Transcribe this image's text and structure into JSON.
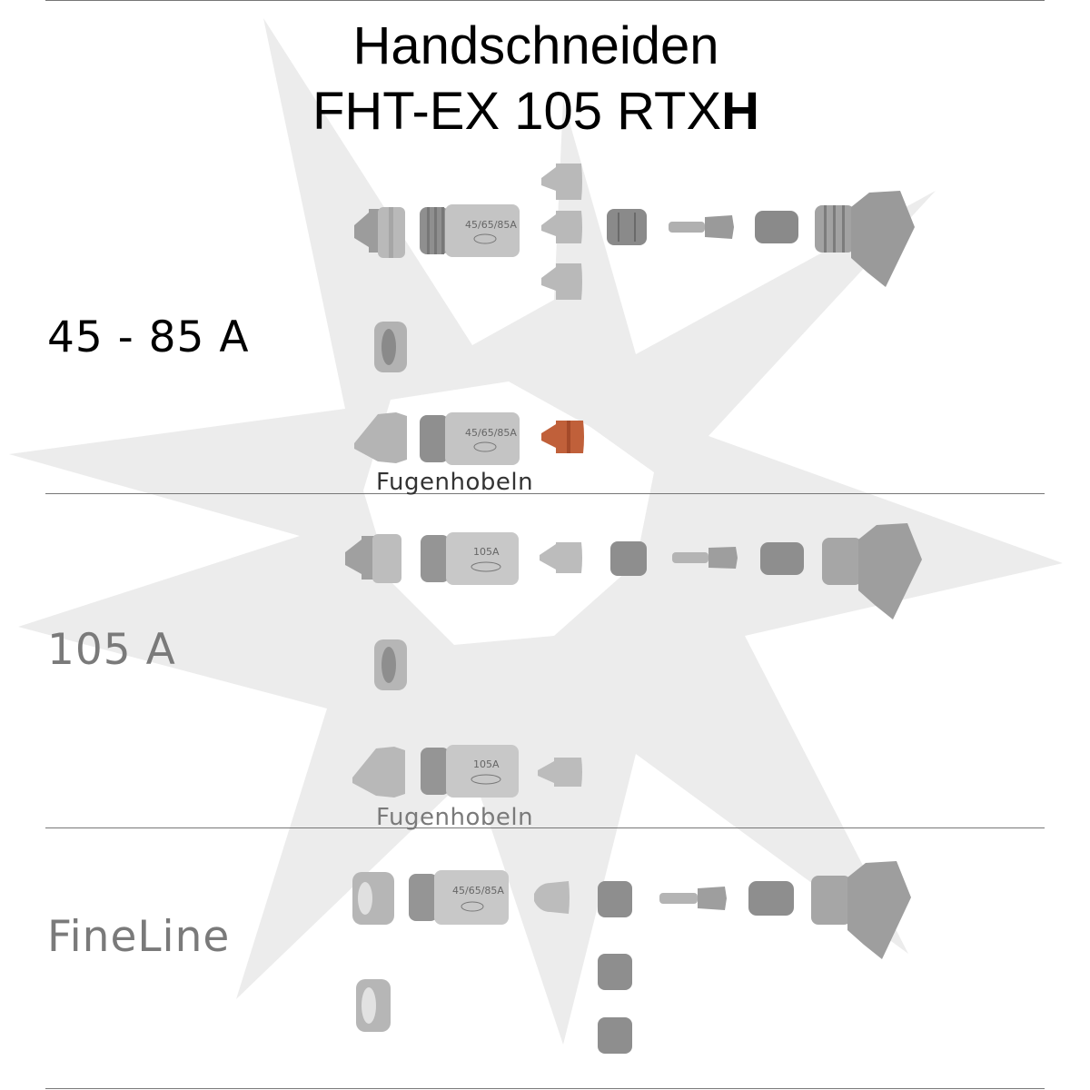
{
  "title": {
    "line1": "Handschneiden",
    "line2_regular": "FHT-EX 105 RTX",
    "line2_bold": "H"
  },
  "sections": [
    {
      "label": "45 - 85 A",
      "sublabel": "Fugenhobeln",
      "label_color": "#000000",
      "sublabel_color": "#333333"
    },
    {
      "label": "105 A",
      "sublabel": "Fugenhobeln",
      "label_color": "#7a7a7a",
      "sublabel_color": "#7a7a7a"
    },
    {
      "label": "FineLine",
      "label_color": "#7a7a7a"
    }
  ],
  "part_texts": {
    "shield_cup_45_85": "45/65/85A",
    "shield_cup_105": "105A",
    "marking_105a": "105A",
    "marking_fineline": "45/65/85A"
  },
  "colors": {
    "part": "#b9b9b9",
    "part_dark": "#8a8a8a",
    "torch": "#9a9a9a",
    "highlight_nozzle": "#c0603a",
    "background_star": "#ebebeb"
  },
  "icons": [
    "starburst-background",
    "torch-head-icon",
    "nozzle-icon",
    "electrode-icon",
    "swirl-ring-icon",
    "retaining-cap-icon",
    "shield-icon"
  ]
}
